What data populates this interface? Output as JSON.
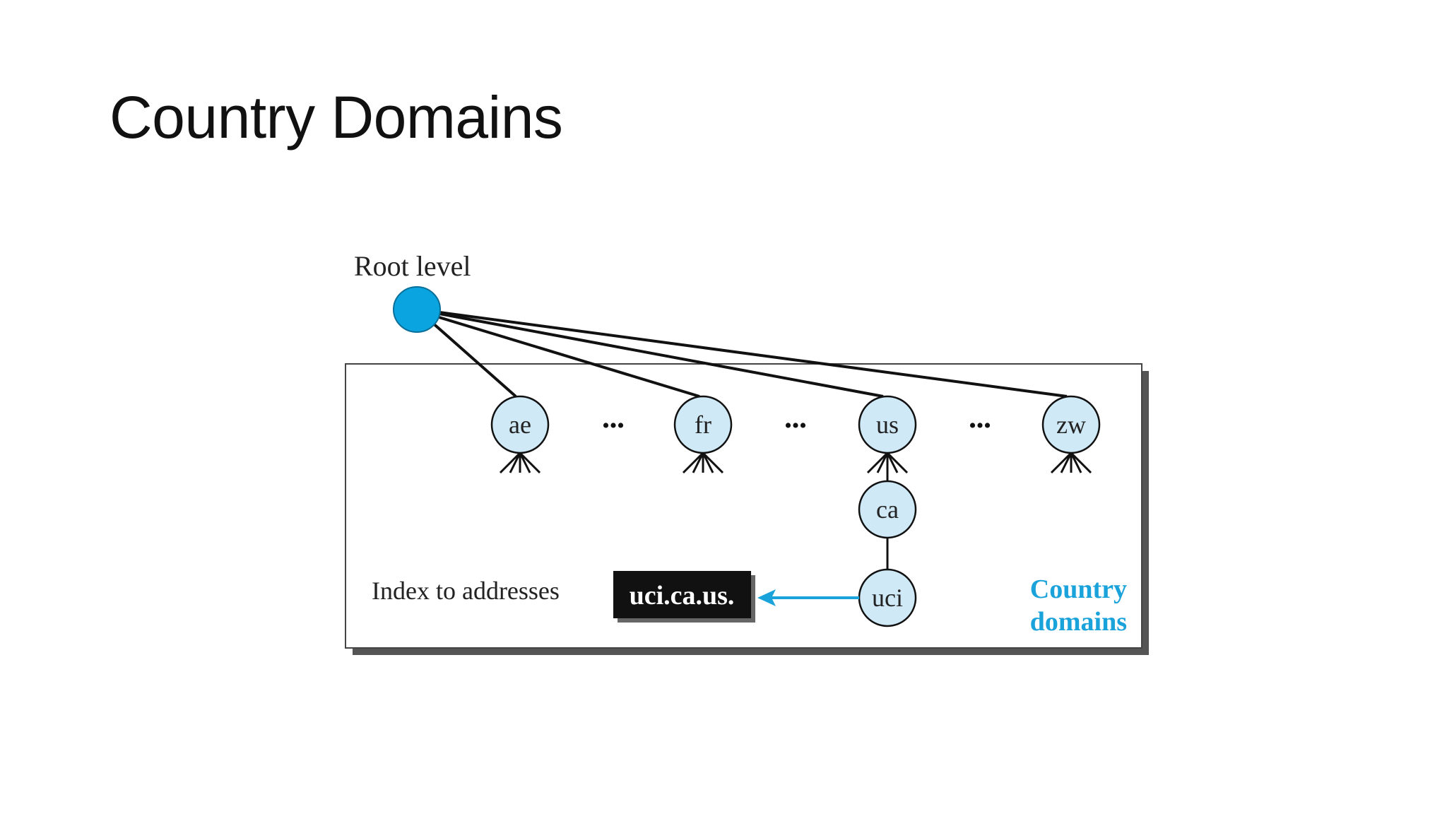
{
  "slide": {
    "title": "Country Domains"
  },
  "diagram": {
    "root_label": "Root level",
    "nodes": [
      "ae",
      "fr",
      "us",
      "zw"
    ],
    "ellipsis": "•••",
    "subnodes": [
      "ca",
      "uci"
    ],
    "index_label": "Index to addresses",
    "address": "uci.ca.us.",
    "box_label_line1": "Country",
    "box_label_line2": "domains",
    "colors": {
      "root": "#0aa5e0",
      "node_fill": "#cfe9f7",
      "accent": "#1aa3db",
      "address_bg": "#111111"
    }
  }
}
